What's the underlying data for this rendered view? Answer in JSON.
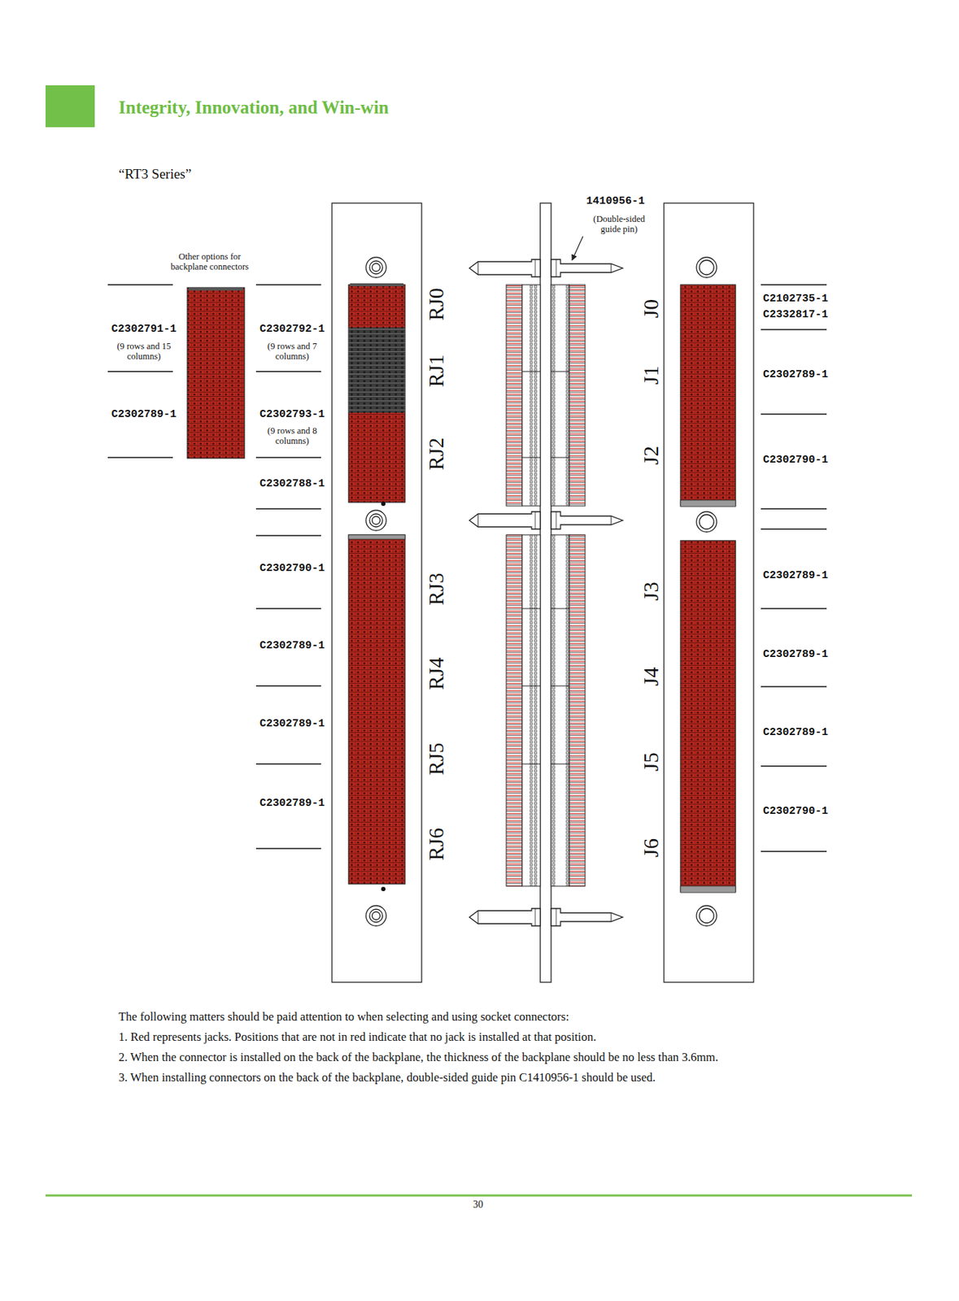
{
  "diagram": {
    "title": "Integrity, Innovation, and Win-win",
    "labels": [
      "“RT3 Series”",
      "Other options for backplane connectors",
      "C2302791-1",
      "(9 rows and 15 columns)",
      "C2302789-1",
      "C2302792-1",
      "(9 rows and 7 columns)",
      "C2302793-1",
      "(9 rows and 8 columns)",
      "C2302788-1",
      "C2302790-1",
      "C2302789-1",
      "C2302789-1",
      "C2302789-1",
      "RJ0",
      "RJ1",
      "RJ2",
      "RJ3",
      "RJ4",
      "RJ5",
      "RJ6",
      "1410956-1",
      "(Double-sided guide pin)",
      "J0",
      "J1",
      "J2",
      "J3",
      "J4",
      "J5",
      "J6",
      "C2102735-1",
      "C2332817-1",
      "C2302789-1",
      "C2302790-1",
      "C2302789-1",
      "C2302789-1",
      "C2302789-1",
      "C2302790-1",
      "The following matters should be paid attention to when selecting and using socket connectors:",
      "1. Red represents jacks. Positions that are not in red indicate that no jack is installed at that position.",
      "2. When the connector is installed on the back of the backplane, the thickness of the backplane should be no less than 3.6mm.",
      "3. When installing connectors on the back of the backplane, double-sided guide pin C1410956-1 should be used.",
      "30"
    ]
  }
}
